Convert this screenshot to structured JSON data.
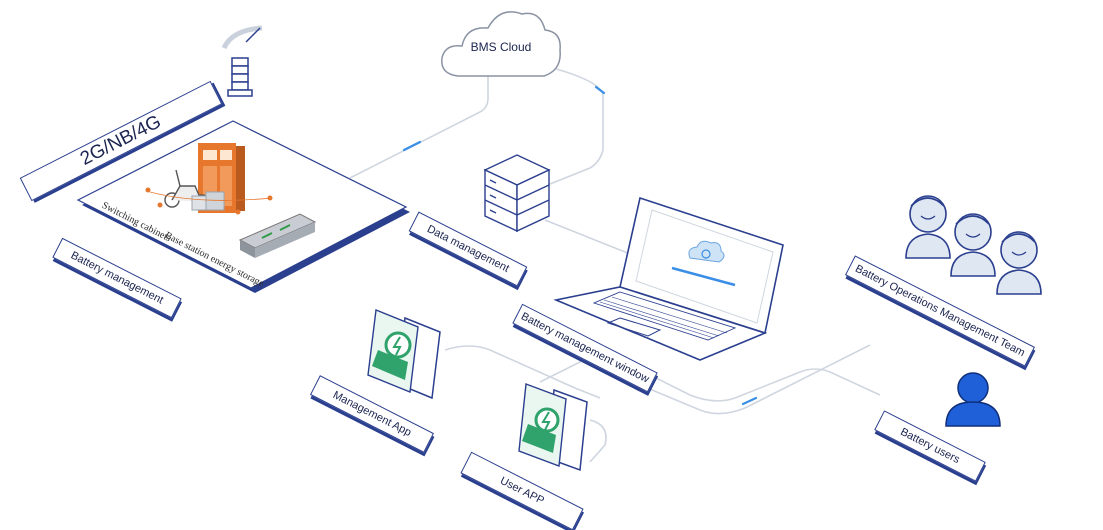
{
  "cloud": {
    "label": "BMS Cloud"
  },
  "network": {
    "label": "2G/NB/4G"
  },
  "platform": {
    "cabinet_text": "Switching cabinets",
    "storage_text": "Base station energy storage"
  },
  "labels": {
    "battery_management": "Battery management",
    "data_management": "Data management",
    "battery_window": "Battery management window",
    "management_app": "Management App",
    "user_app": "User APP",
    "ops_team": "Battery Operations Management Team",
    "battery_users": "Battery users"
  },
  "colors": {
    "label_border": "#2b3f8f",
    "line": "#cfd6e0",
    "accent_flow": "#3a8ee6",
    "app_green": "#2fa36b",
    "person_blue": "#1f5fd8",
    "cabinet_orange": "#e8772e"
  },
  "icons": [
    "cloud-icon",
    "signal-tower-icon",
    "server-icon",
    "laptop-icon",
    "phone-icon",
    "team-icon",
    "user-icon"
  ]
}
